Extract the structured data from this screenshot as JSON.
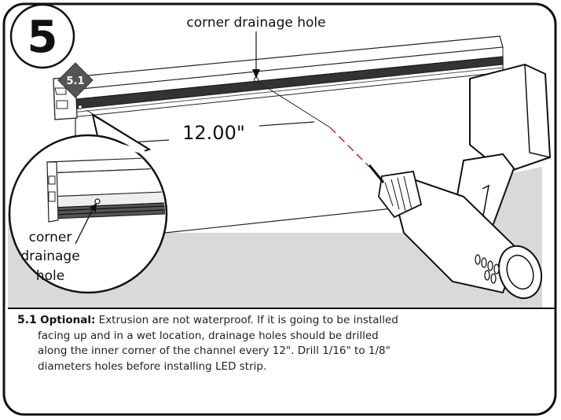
{
  "step": {
    "number": "5",
    "sub_badge": "5.1"
  },
  "labels": {
    "top_callout": "corner drainage hole",
    "spacing": "12.00\"",
    "detail_line1": "corner",
    "detail_line2": "drainage",
    "detail_line3": "hole"
  },
  "caption": {
    "number": "5.1",
    "optional": "Optional:",
    "line1": " Extrusion are not waterproof. If it is going to be installed",
    "line2": "facing up and in a wet location, drainage holes should be drilled",
    "line3": "along the inner corner of the channel every 12\". Drill 1/16\" to 1/8\"",
    "line4": "diameters holes before installing LED strip."
  },
  "colors": {
    "floor": "#d9d9d9",
    "badge": "#555555",
    "drill_path": "#d62020"
  }
}
